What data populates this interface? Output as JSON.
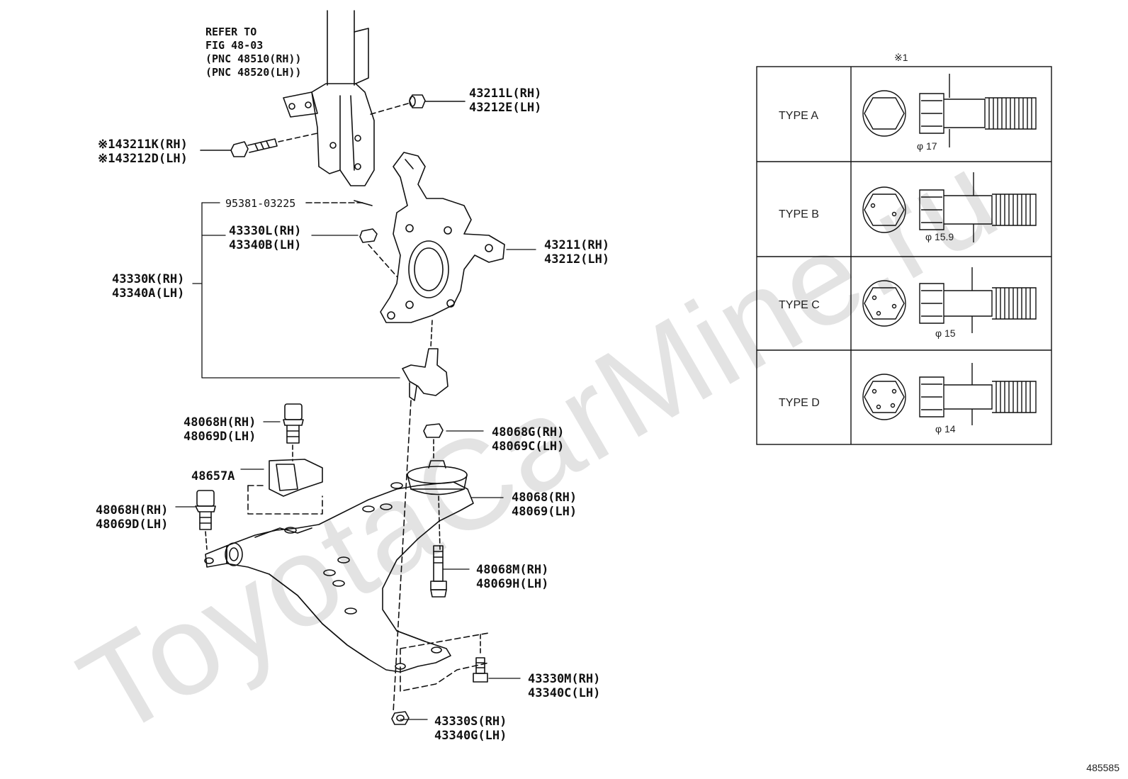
{
  "watermark": "ToyotaCarMine.ru",
  "reference_code": "485585",
  "callouts": {
    "refer": "REFER TO\nFIG 48-03\n(PNC 48510(RH))\n(PNC 48520(LH))",
    "nut_43211L": "43211L(RH)\n43212E(LH)",
    "bolt_43211K": "※143211K(RH)\n※143212D(LH)",
    "pin_95381": "95381-03225",
    "nut_43330L": "43330L(RH)\n43340B(LH)",
    "knuckle_43211": "43211(RH)\n43212(LH)",
    "balljoint_43330K": "43330K(RH)\n43340A(LH)",
    "bolt_48068H_top": "48068H(RH)\n48069D(LH)",
    "nut_48068G": "48068G(RH)\n48069C(LH)",
    "bracket_48657A": "48657A",
    "arm_48068": "48068(RH)\n48069(LH)",
    "bolt_48068H_left": "48068H(RH)\n48069D(LH)",
    "bolt_48068M": "48068M(RH)\n48069H(LH)",
    "bolt_43330M": "43330M(RH)\n43340C(LH)",
    "nut_43330S": "43330S(RH)\n43340G(LH)"
  },
  "type_table": {
    "header_mark": "※1",
    "rows": [
      {
        "name": "TYPE A",
        "diameter": "φ 17"
      },
      {
        "name": "TYPE B",
        "diameter": "φ 15.9"
      },
      {
        "name": "TYPE C",
        "diameter": "φ 15"
      },
      {
        "name": "TYPE D",
        "diameter": "φ 14"
      }
    ]
  }
}
